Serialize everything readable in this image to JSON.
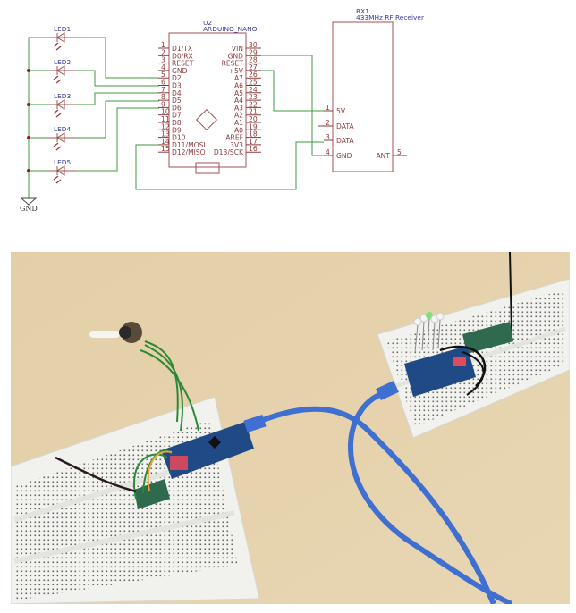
{
  "schematic": {
    "leds": [
      {
        "label": "LED1"
      },
      {
        "label": "LED2"
      },
      {
        "label": "LED3"
      },
      {
        "label": "LED4"
      },
      {
        "label": "LED5"
      }
    ],
    "ground_label": "GND",
    "arduino": {
      "ref": "U2",
      "name": "ARDUINO_NANO",
      "left_pins": [
        {
          "num": "1",
          "name": "D1/TX"
        },
        {
          "num": "2",
          "name": "D0/RX"
        },
        {
          "num": "3",
          "name": "RESET"
        },
        {
          "num": "4",
          "name": "GND"
        },
        {
          "num": "5",
          "name": "D2"
        },
        {
          "num": "6",
          "name": "D3"
        },
        {
          "num": "7",
          "name": "D4"
        },
        {
          "num": "8",
          "name": "D5"
        },
        {
          "num": "9",
          "name": "D6"
        },
        {
          "num": "10",
          "name": "D7"
        },
        {
          "num": "11",
          "name": "D8"
        },
        {
          "num": "12",
          "name": "D9"
        },
        {
          "num": "13",
          "name": "D10"
        },
        {
          "num": "14",
          "name": "D11/MOSI"
        },
        {
          "num": "15",
          "name": "D12/MISO"
        }
      ],
      "right_pins": [
        {
          "num": "30",
          "name": "VIN"
        },
        {
          "num": "29",
          "name": "GND"
        },
        {
          "num": "28",
          "name": "RESET"
        },
        {
          "num": "27",
          "name": "+5V"
        },
        {
          "num": "26",
          "name": "A7"
        },
        {
          "num": "25",
          "name": "A6"
        },
        {
          "num": "24",
          "name": "A5"
        },
        {
          "num": "23",
          "name": "A4"
        },
        {
          "num": "22",
          "name": "A3"
        },
        {
          "num": "21",
          "name": "A2"
        },
        {
          "num": "20",
          "name": "A1"
        },
        {
          "num": "19",
          "name": "A0"
        },
        {
          "num": "18",
          "name": "AREF"
        },
        {
          "num": "17",
          "name": "3V3"
        },
        {
          "num": "16",
          "name": "D13/SCK"
        }
      ]
    },
    "receiver": {
      "ref": "RX1",
      "name": "433MHz RF Receiver",
      "left_pins": [
        {
          "num": "1",
          "name": "5V"
        },
        {
          "num": "2",
          "name": "DATA"
        },
        {
          "num": "3",
          "name": "DATA"
        },
        {
          "num": "4",
          "name": "GND"
        }
      ],
      "right_pins": [
        {
          "num": "5",
          "name": "ANT"
        }
      ]
    },
    "colors": {
      "wire": "#3f9a3f",
      "part": "#a05050",
      "label": "#3a3a9a",
      "junction": "#b01010"
    }
  },
  "photo": {
    "description": "Photo of transmitter and receiver breadboard circuits with Arduino Nano boards, potentiometer, LEDs and blue USB cables",
    "colors": {
      "table": "#e6d3ad",
      "breadboard": "#f1f1ee",
      "usb_cable": "#3f6fd0",
      "arduino_board": "#1f4a86"
    }
  }
}
